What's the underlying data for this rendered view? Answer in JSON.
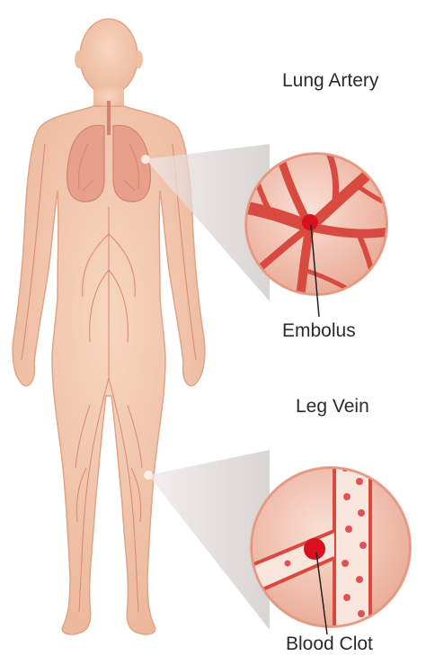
{
  "labels": {
    "lung_artery": "Lung Artery",
    "embolus": "Embolus",
    "leg_vein": "Leg Vein",
    "blood_clot": "Blood Clot"
  },
  "colors": {
    "skin": "#f3c9ae",
    "skin_shadow": "#e3a98b",
    "vessel": "#d9826b",
    "lung": "#e7a08a",
    "inset_bg": "#f6cfc2",
    "inset_vessel": "#d84a40",
    "clot": "#d8101f",
    "cone": "#dcdcdc"
  }
}
